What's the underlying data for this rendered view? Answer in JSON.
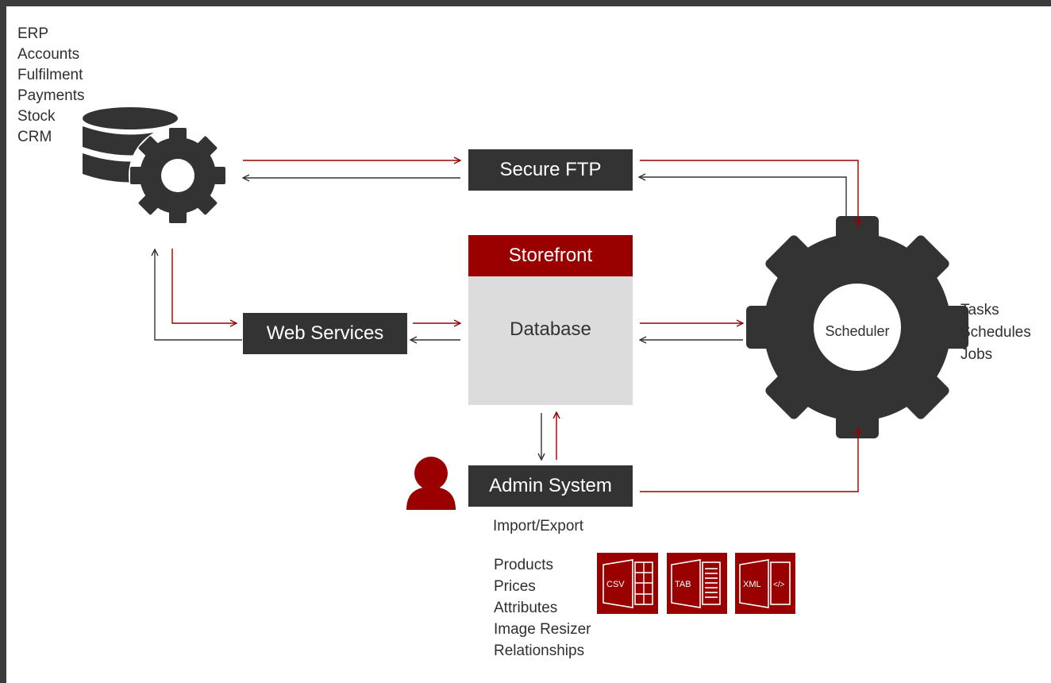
{
  "colors": {
    "frame": "#3c3c3c",
    "dark": "#333333",
    "accent": "#990000",
    "db_body": "#dcdcdc",
    "text": "#2f2f2f"
  },
  "systems_list": [
    "ERP",
    "Accounts",
    "Fulfilment",
    "Payments",
    "Stock",
    "CRM"
  ],
  "nodes": {
    "secure_ftp": "Secure FTP",
    "web_services": "Web Services",
    "storefront": "Storefront",
    "database": "Database",
    "scheduler": "Scheduler",
    "admin_system": "Admin System"
  },
  "scheduler_list": [
    "Tasks",
    "Schedules",
    "Jobs"
  ],
  "import_export_label": "Import/Export",
  "data_types": [
    "Products",
    "Prices",
    "Attributes",
    "Image Resizer",
    "Relationships"
  ],
  "file_icons": [
    {
      "label": "CSV",
      "icon": "csv-file-icon"
    },
    {
      "label": "TAB",
      "icon": "tab-file-icon"
    },
    {
      "label": "XML",
      "icon": "xml-file-icon",
      "glyph": "</>"
    }
  ],
  "icons": {
    "erp": "database-gear-icon",
    "scheduler": "gear-icon",
    "admin": "user-icon"
  }
}
